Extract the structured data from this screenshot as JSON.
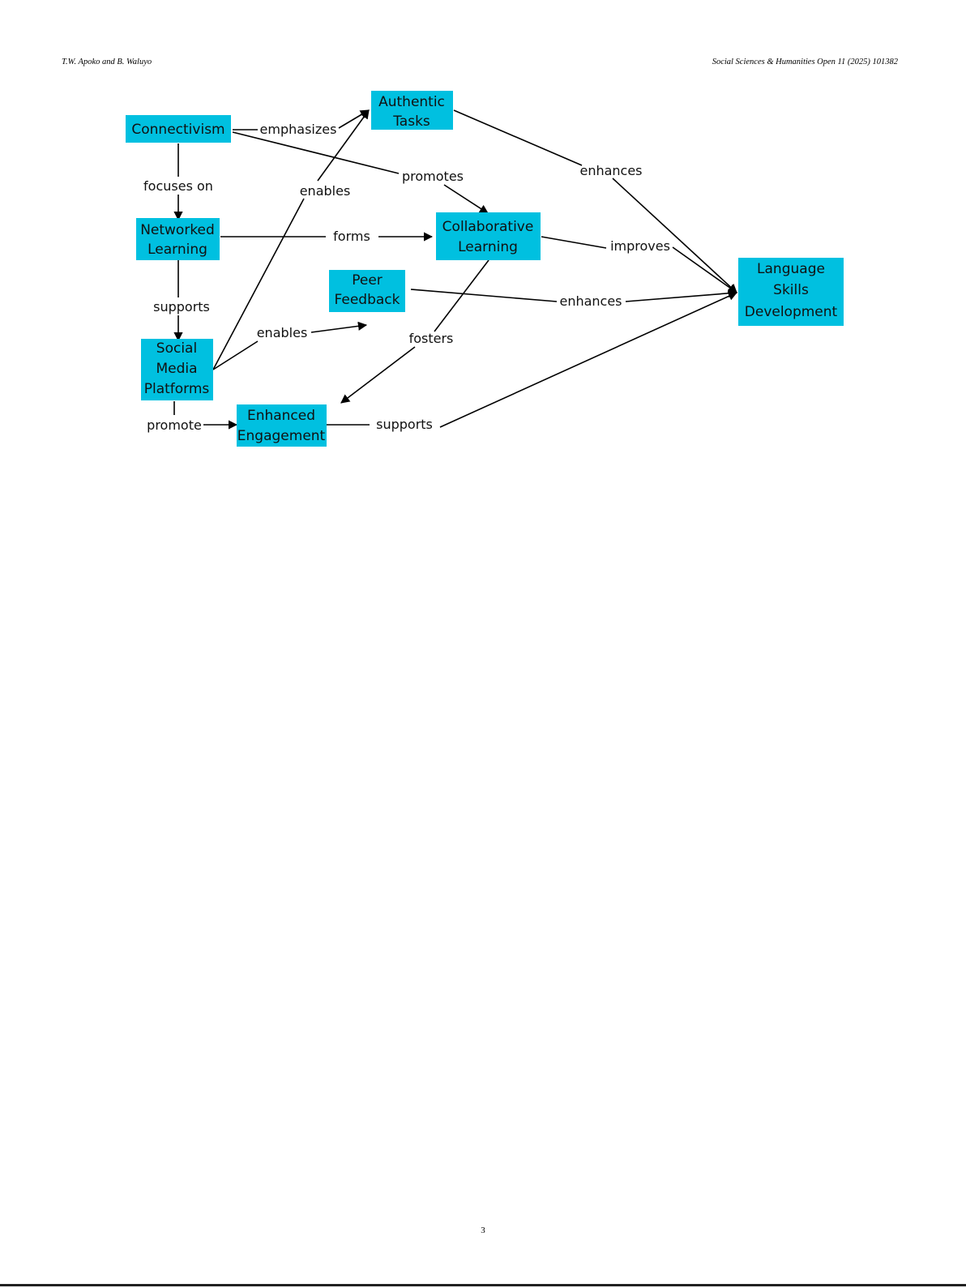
{
  "header": {
    "authors": "T.W. Apoko and B. Waluyo",
    "journal": "Social Sciences & Humanities Open 11 (2025) 101382"
  },
  "diagram": {
    "nodes": {
      "connectivism": [
        "Connectivism"
      ],
      "authentic": [
        "Authentic",
        "Tasks"
      ],
      "networked": [
        "Networked",
        "Learning"
      ],
      "collaborative": [
        "Collaborative",
        "Learning"
      ],
      "peer": [
        "Peer",
        "Feedback"
      ],
      "language": [
        "Language",
        "Skills",
        "Development"
      ],
      "social": [
        "Social",
        "Media",
        "Platforms"
      ],
      "engagement": [
        "Enhanced",
        "Engagement"
      ]
    },
    "edge_labels": {
      "emphasizes": "emphasizes",
      "focuses_on": "focuses on",
      "promotes": "promotes",
      "enables_authentic": "enables",
      "forms": "forms",
      "enhances_authentic": "enhances",
      "improves": "improves",
      "supports_social": "supports",
      "enhances_peer": "enhances",
      "enables_peer": "enables",
      "fosters": "fosters",
      "promote": "promote",
      "supports_language": "supports"
    }
  },
  "footer": {
    "page_number": "3"
  }
}
